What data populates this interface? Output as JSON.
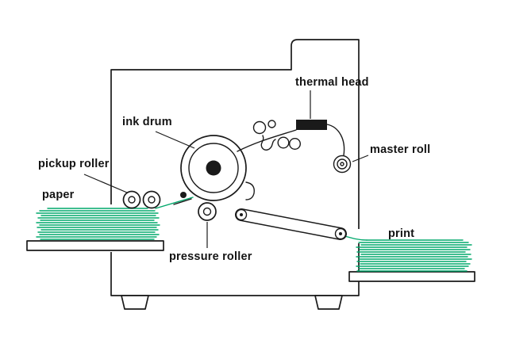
{
  "diagram": {
    "labels": {
      "thermal_head": "thermal head",
      "ink_drum": "ink drum",
      "master_roll": "master roll",
      "pickup_roller": "pickup roller",
      "paper": "paper",
      "pressure_roller": "pressure roller",
      "print": "print"
    },
    "colors": {
      "outline": "#1a1a1a",
      "paper_green": "#00a86b"
    }
  }
}
